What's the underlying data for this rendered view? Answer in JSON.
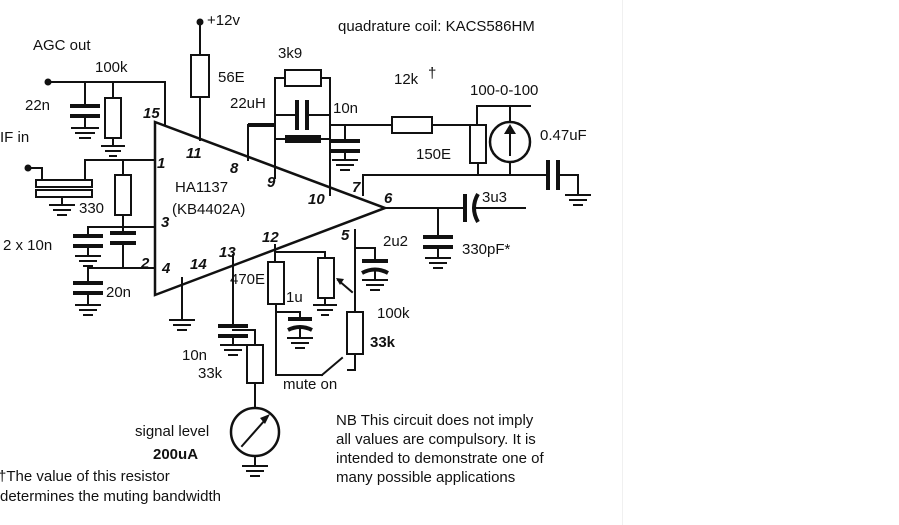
{
  "supply": "+12v",
  "quadrature_coil": "quadrature coil: KACS586HM",
  "labels": {
    "agc_out": "AGC out",
    "r_100k_agc": "100k",
    "c_22n": "22n",
    "if_in": "IF in",
    "r_330": "330",
    "c_2x10n": "2 x 10n",
    "c_20n": "20n",
    "r_56e": "56E",
    "r_3k9": "3k9",
    "l_22uh": "22uH",
    "c_10n_top": "10n",
    "r_12k": "12k",
    "dagger_12k": "†",
    "meter_100": "100-0-100",
    "c_047uf": "0.47uF",
    "r_150e": "150E",
    "c_3u3": "3u3",
    "c_330pf": "330pF*",
    "c_2u2": "2u2",
    "r_100k_pot": "100k",
    "r_33k_right": "33k",
    "r_470e": "470E",
    "c_1u": "1u",
    "c_10n_bottom": "10n",
    "r_33k_bottom": "33k",
    "mute": "mute on",
    "signal_level": "signal level",
    "meter_200ua": "200uA",
    "ic_name": "HA1137",
    "ic_alt": "(KB4402A)"
  },
  "pins": [
    "15",
    "11",
    "8",
    "9",
    "10",
    "7",
    "6",
    "1",
    "3",
    "2",
    "4",
    "14",
    "13",
    "12",
    "5"
  ],
  "footnote": [
    "†The value of this resistor",
    "determines the muting bandwidth"
  ],
  "note": [
    "NB This circuit does not imply",
    "all values are compulsory. It is",
    "intended to demonstrate one of",
    "many possible applications"
  ]
}
